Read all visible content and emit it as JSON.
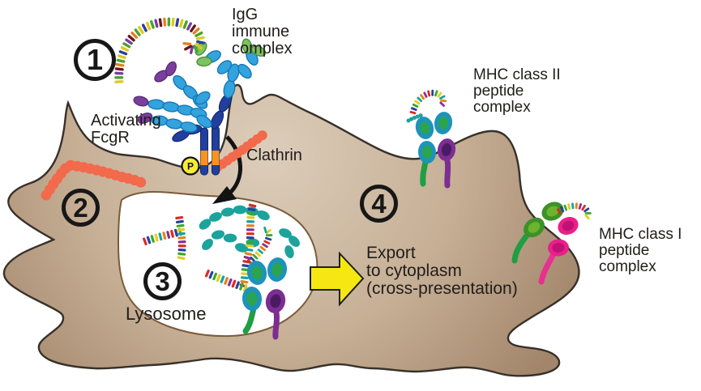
{
  "labels": {
    "igg_complex": "IgG\nimmune\ncomplex",
    "activating_fcgr": "Activating\nFcgR",
    "clathrin": "Clathrin",
    "lysosome": "Lysosome",
    "export": "Export\nto cytoplasm\n(cross-presentation)",
    "mhc_class_2": "MHC class II\npeptide\ncomplex",
    "mhc_class_1": "MHC class I\npeptide\ncomplex",
    "phosphorylation": "P"
  },
  "steps": {
    "step1": "1",
    "step2": "2",
    "step3": "3",
    "step4": "4"
  },
  "colors": {
    "cell_light": "#dccdba",
    "cell_mid": "#c6af95",
    "cell_dark": "#a2856a",
    "membrane_outline": "#38302a",
    "lysosome_fill": "#ffffff",
    "lysosome_outline": "#7b5b39",
    "clathrin_orange": "#f2694b",
    "antibody_blue": "#33a3dd",
    "antibody_blue_outline": "#1577b8",
    "fab_green": "#7cc25f",
    "fab_green_outline": "#4a8f3c",
    "fab_purple": "#7a3f9c",
    "fab_purple_outline": "#5c2d77",
    "receptor_navy": "#203f9e",
    "receptor_navy_outline": "#14265e",
    "receptor_band_orange": "#f7941e",
    "phospho_yellow": "#f7ec33",
    "export_arrow_yellow": "#f6e712",
    "endosome_teal": "#1ba39c",
    "mhc2_blue": "#1d93ba",
    "mhc2_green": "#2aa44f",
    "mhc2_purple": "#7c2e93",
    "mhc2_purple_dark": "#4a1b63",
    "mhc1_green": "#3d9127",
    "mhc1_green_light": "#6cb42e",
    "mhc1_pink": "#ea1f8a",
    "mhc1_pink_dark": "#c11174",
    "stem_green": "#1f9e43",
    "stem_pink": "#e8308f",
    "endocytosis_arrow": "#131313",
    "antigen_palette": [
      "#ddc91f",
      "#4aa32c",
      "#7a3f9c",
      "#6b1322",
      "#e2821e",
      "#4aa32c",
      "#ddc91f",
      "#2b3f9e"
    ],
    "peptide_palette": [
      "#d92b20",
      "#2b3f9e",
      "#3aa829",
      "#e0cf1d",
      "#17a2a0",
      "#e2821e",
      "#8b2f8f"
    ]
  }
}
